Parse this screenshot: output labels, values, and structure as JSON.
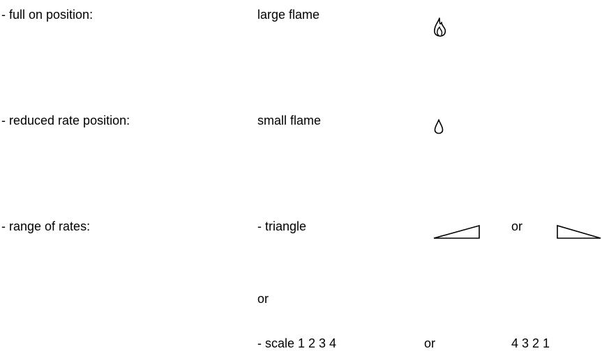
{
  "rows": [
    {
      "label": "- full on position:",
      "value": "large flame",
      "icon": "large-flame-icon"
    },
    {
      "label": "- reduced rate position:",
      "value": "small flame",
      "icon": "small-flame-icon"
    },
    {
      "label": "- range of rates:",
      "value": "- triangle",
      "connector": "or",
      "icons": [
        "triangle-increasing-icon",
        "triangle-decreasing-icon"
      ]
    }
  ],
  "alternative": {
    "or": "or",
    "scale_label": "- scale 1 2 3 4",
    "scale_or": "or",
    "scale_reverse": "4 3 2 1"
  },
  "colors": {
    "text": "#000000",
    "background": "#ffffff"
  }
}
